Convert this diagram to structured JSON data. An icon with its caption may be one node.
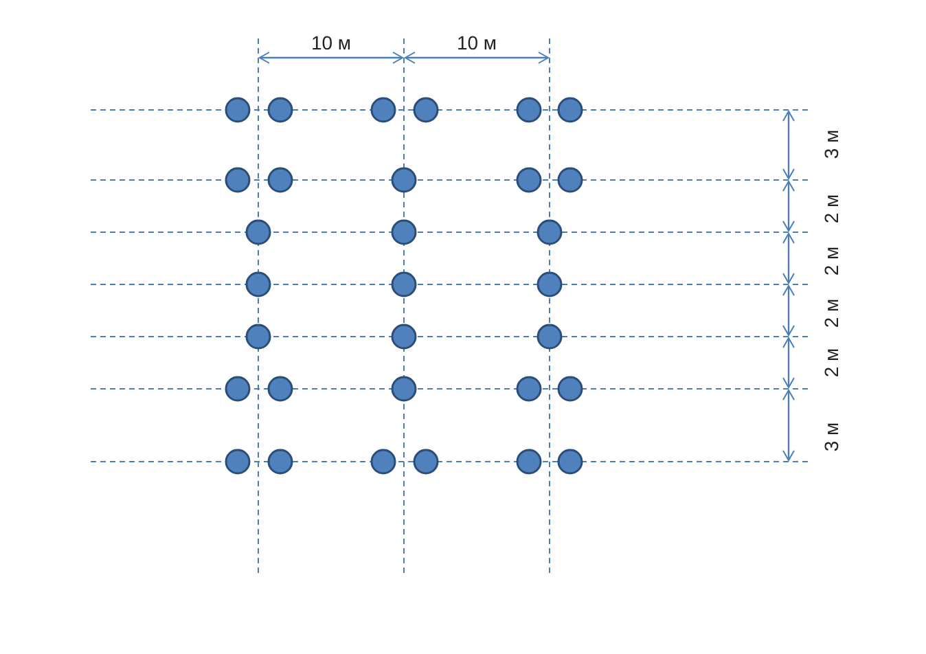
{
  "diagram": {
    "labels": [
      "10 м",
      "10 м",
      "3 м",
      "2 м",
      "2 м",
      "2 м",
      "2 м",
      "3 м"
    ]
  }
}
